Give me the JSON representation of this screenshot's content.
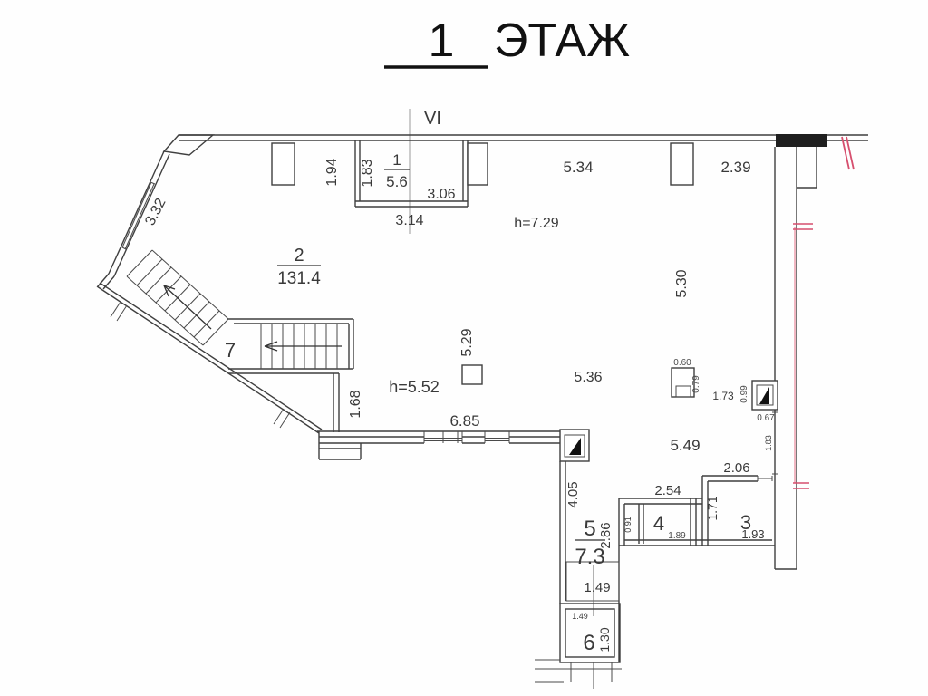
{
  "title": {
    "number": "1",
    "word": "ЭТАЖ"
  },
  "section_mark": "VI",
  "rooms": {
    "r1": {
      "number": "1",
      "area": "5.6"
    },
    "r2": {
      "number": "2",
      "area": "131.4"
    },
    "r3": {
      "number": "3"
    },
    "r4": {
      "number": "4"
    },
    "r5": {
      "number": "5",
      "area": "7.3"
    },
    "r6": {
      "number": "6"
    },
    "r7": {
      "number": "7"
    }
  },
  "heights": {
    "main_hall": "h=7.29",
    "left_hall": "h=5.52"
  },
  "dimensions": {
    "d194": "1.94",
    "d183_room1": "1.83",
    "d306": "3.06",
    "d314": "3.14",
    "d534": "5.34",
    "d239": "2.39",
    "d332": "3.32",
    "d530": "5.30",
    "d529": "5.29",
    "d168": "1.68",
    "d685": "6.85",
    "d536": "5.36",
    "d549": "5.49",
    "d060": "0.60",
    "d079": "0.79",
    "d173": "1.73",
    "d099": "0.99",
    "d067": "0.67",
    "d183_right": "1.83",
    "d206": "2.06",
    "d254": "2.54",
    "d171": "1.71",
    "d193": "1.93",
    "d091": "0.91",
    "d189": "1.89",
    "d405": "4.05",
    "d286": "2.86",
    "d149_upper": "1.49",
    "d149_inner": "1.49",
    "d130": "1.30"
  },
  "colors": {
    "wall": "#3f3f3f",
    "label": "#3a3a3a",
    "height_note_strong": "#2e5cbe",
    "height_note_light": "#7e9ccf",
    "section_mark": "#cc3355",
    "window_mark": "#d64f6e"
  }
}
